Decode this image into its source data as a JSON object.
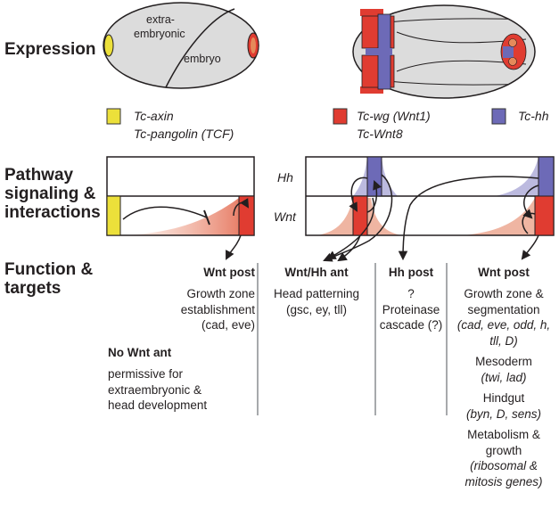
{
  "rows": {
    "expression": "Expression",
    "pathway_line1": "Pathway",
    "pathway_line2": "signaling &",
    "pathway_line3": "interactions",
    "function_line1": "Function &",
    "function_line2": "targets"
  },
  "egg_labels": {
    "extra1": "extra-",
    "extra2": "embryonic",
    "embryo": "embryo"
  },
  "legend": {
    "axin": "Tc-axin",
    "pangolin": "Tc-pangolin (TCF)",
    "wg": "Tc-wg (Wnt1)",
    "wnt8": "Tc-Wnt8",
    "hh": "Tc-hh"
  },
  "pathway_labels": {
    "hh": "Hh",
    "wnt": "Wnt"
  },
  "functions": {
    "col1": {
      "header": "Wnt post",
      "l1": "Growth zone",
      "l2": "establishment",
      "l3": "(cad, eve)",
      "header2": "No Wnt ant",
      "p1": "permissive for",
      "p2": "extraembryonic &",
      "p3": "head development"
    },
    "col2": {
      "header": "Wnt/Hh ant",
      "l1": "Head patterning",
      "l2": "(gsc, ey, tll)"
    },
    "col3": {
      "header": "Hh post",
      "l1": "?",
      "l2": "Proteinase",
      "l3": "cascade (?)"
    },
    "col4": {
      "header": "Wnt post",
      "g1a": "Growth zone &",
      "g1b": "segmentation",
      "g1c": "(cad, eve, odd, h,",
      "g1d": "tll, D)",
      "g2a": "Mesoderm",
      "g2b": "(twi, lad)",
      "g3a": "Hindgut",
      "g3b": "(byn, D, sens)",
      "g4a": "Metabolism &",
      "g4b": "growth",
      "g4c": "(ribosomal &",
      "g4d": "mitosis genes)"
    }
  },
  "colors": {
    "yellow": "#ece03a",
    "red": "#e03c31",
    "orange": "#e58a5a",
    "blue": "#6d6ab7",
    "egg_grey": "#dcdcdc",
    "salmon": "#e8967a",
    "lavender": "#a6a3d4"
  }
}
